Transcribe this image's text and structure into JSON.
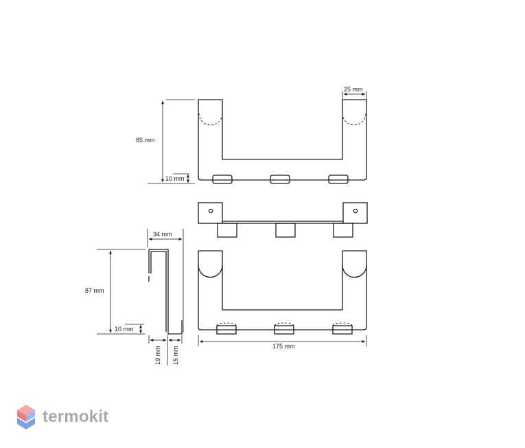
{
  "dimensions": {
    "height_top": "85 mm",
    "base_top": "10 mm",
    "end_width": "25 mm",
    "depth": "34 mm",
    "height_side": "87 mm",
    "base_side": "10 mm",
    "offset_back": "19 mm",
    "offset_front": "15 mm",
    "total_width": "175 mm"
  },
  "logo": {
    "text": "termokit",
    "colors": {
      "top": "#f2a7a7",
      "left": "#e77c7c",
      "right": "#9db8e6",
      "bottom": "#7ba1de"
    }
  },
  "icons": [
    "termokit-logo-icon"
  ]
}
